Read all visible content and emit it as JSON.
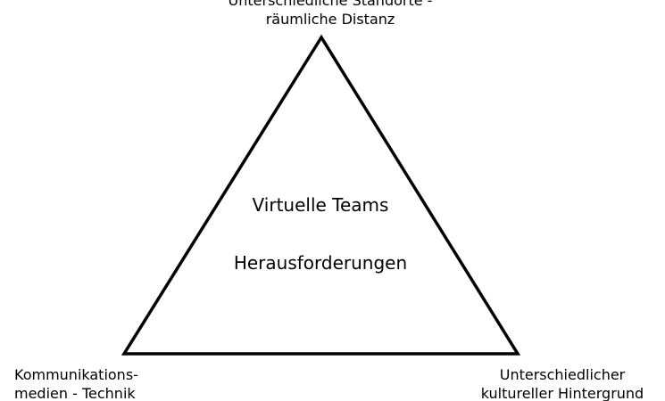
{
  "diagram": {
    "center": {
      "title": "Virtuelle Teams",
      "subtitle": "Herausforderungen"
    },
    "vertices": {
      "top": {
        "line1": "Unterschiedliche Standorte -",
        "line2": "räumliche Distanz"
      },
      "bottom_left": {
        "line1": "Kommunikations-",
        "line2": "medien - Technik"
      },
      "bottom_right": {
        "line1": "Unterschiedlicher",
        "line2": "kultureller Hintergrund"
      }
    },
    "colors": {
      "line": "#000000",
      "background": "#ffffff",
      "text": "#000000"
    }
  }
}
